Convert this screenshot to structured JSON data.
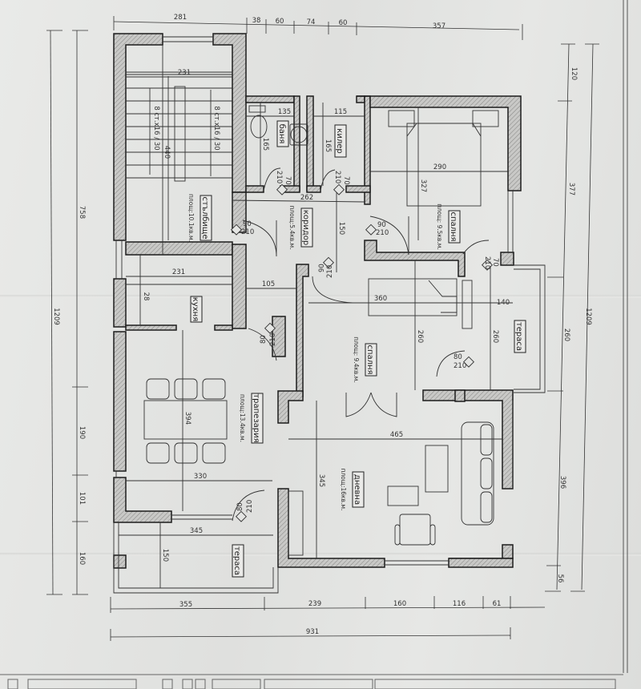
{
  "drawing": {
    "type": "architectural floor plan",
    "orientation": "rotated 90° clockwise",
    "units": "cm"
  },
  "rooms": [
    {
      "id": "stairs",
      "name": "стълбище",
      "area": "площ:10.1кв.м.",
      "stair_note_1": "8 ст.x16 / 30",
      "stair_note_2": "8 ст.x16 / 30",
      "dim_w": "231",
      "dim_l": "440"
    },
    {
      "id": "bath",
      "name": "баня",
      "dim_w": "135",
      "dim_l": "165"
    },
    {
      "id": "pantry",
      "name": "килер",
      "dim_w": "115",
      "dim_l": "165"
    },
    {
      "id": "corridor",
      "name": "коридор",
      "area": "площ:5.4кв.м.",
      "dim_w": "262",
      "dim_l": "150",
      "dim_extra": "105"
    },
    {
      "id": "bedroom1",
      "name": "спалня",
      "area": "площ: 9.5кв.м.",
      "dim_w": "290",
      "dim_l": "327"
    },
    {
      "id": "bedroom2",
      "name": "спалня",
      "area": "площ: 9.4кв.м.",
      "dim_w": "360",
      "dim_l": "260"
    },
    {
      "id": "terrace_right",
      "name": "тераса",
      "dim_w": "140",
      "dim_l": "260"
    },
    {
      "id": "kitchen",
      "name": "кухня",
      "dim_w": "231",
      "dim_l": "28"
    },
    {
      "id": "dining",
      "name": "трапезария",
      "area": "площ:13.4кв.м.",
      "dim_w": "330",
      "dim_l": "394"
    },
    {
      "id": "living",
      "name": "дневна",
      "area": "площ:16кв.м.",
      "dim_w": "465",
      "dim_l": "345"
    },
    {
      "id": "terrace_left",
      "name": "тераса",
      "dim_w": "345",
      "dim_l": "150"
    }
  ],
  "doors": [
    {
      "at": "stairs",
      "w": "90",
      "h": "210"
    },
    {
      "at": "bath",
      "w": "70",
      "h": "210"
    },
    {
      "at": "pantry",
      "w": "70",
      "h": "210"
    },
    {
      "at": "bedroom1",
      "w": "90",
      "h": "210"
    },
    {
      "at": "corridor",
      "w": "90",
      "h": "210"
    },
    {
      "at": "terrace_right",
      "w": "70",
      "h": "210"
    },
    {
      "at": "bedroom2",
      "w": "80",
      "h": "210"
    },
    {
      "at": "kitchen",
      "w": "80",
      "h": "210"
    },
    {
      "at": "terrace_left",
      "w": "80",
      "h": "210"
    }
  ],
  "dimensions": {
    "top_chain": [
      "281",
      "38",
      "60",
      "74",
      "60",
      "357"
    ],
    "bottom_chain": [
      "355",
      "239",
      "160",
      "116",
      "61"
    ],
    "bottom_total": "931",
    "left_chain": [
      "758",
      "190",
      "101",
      "160"
    ],
    "left_total": "1209",
    "right_chain": [
      "120",
      "377",
      "260",
      "396",
      "56"
    ],
    "right_total": "1209"
  },
  "colors": {
    "wall_fill": "#b9b9b7",
    "wall_stroke": "#1c1c1c",
    "paper": "#e4e5e3",
    "line": "#333333"
  }
}
